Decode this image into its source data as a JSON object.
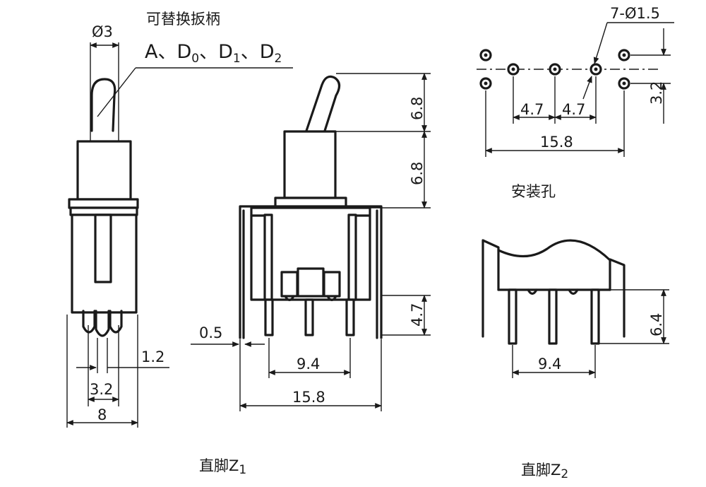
{
  "labels": {
    "replaceable_lever": "可替换扳柄",
    "lever_types_main": "A、D",
    "lever_sub_0": "0",
    "lever_sep_1": "、D",
    "lever_sub_1": "1",
    "lever_sep_2": "、D",
    "lever_sub_2": "2",
    "mounting_holes": "安装孔",
    "straight_pin_z1": "直脚Z",
    "z1_sub": "1",
    "straight_pin_z2": "直脚Z",
    "z2_sub": "2"
  },
  "dimensions": {
    "lever_diameter": "Ø3",
    "side_pin_pitch": "1.2",
    "side_body_inner": "3.2",
    "side_body_width": "8",
    "lever_height": "6.8",
    "bushing_height": "6.8",
    "pin_length_z1": "4.7",
    "pin_thickness": "0.5",
    "pin_span_z1": "9.4",
    "frame_width": "15.8",
    "hole_spec": "7-Ø1.5",
    "hole_pitch_left": "4.7",
    "hole_pitch_right": "4.7",
    "hole_row_offset": "3.2",
    "hole_total_width": "15.8",
    "pin_length_z2": "6.4",
    "pin_span_z2": "9.4"
  }
}
